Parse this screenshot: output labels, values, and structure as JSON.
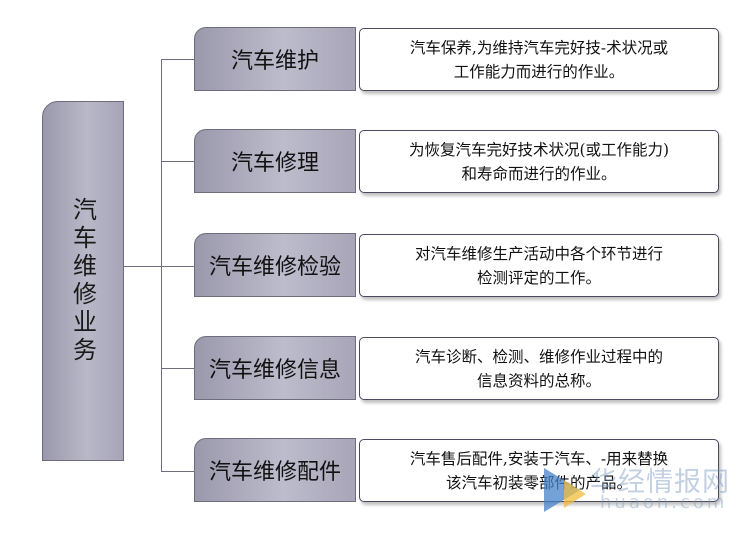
{
  "root": {
    "label": "汽车维修业务"
  },
  "categories": [
    {
      "label": "汽车维护",
      "desc_line1": "汽车保养,为维持汽车完好技-术状况或",
      "desc_line2": "工作能力而进行的作业。"
    },
    {
      "label": "汽车修理",
      "desc_line1": "为恢复汽车完好技术状况(或工作能力)",
      "desc_line2": "和寿命而进行的作业。"
    },
    {
      "label": "汽车维修检验",
      "desc_line1": "对汽车维修生产活动中各个环节进行",
      "desc_line2": "检测评定的工作。"
    },
    {
      "label": "汽车维修信息",
      "desc_line1": "汽车诊断、检测、维修作业过程中的",
      "desc_line2": "信息资料的总称。"
    },
    {
      "label": "汽车维修配件",
      "desc_line1": "汽车售后配件,安装于汽车、-用来替换",
      "desc_line2": "该汽车初装零部件的产品。"
    }
  ],
  "watermark": {
    "cn": "华经情报网",
    "en": "huaon.com"
  },
  "colors": {
    "box_fill": "#b9b8c8",
    "border": "#6e6d7e",
    "desc_border": "#4c4a5e"
  }
}
